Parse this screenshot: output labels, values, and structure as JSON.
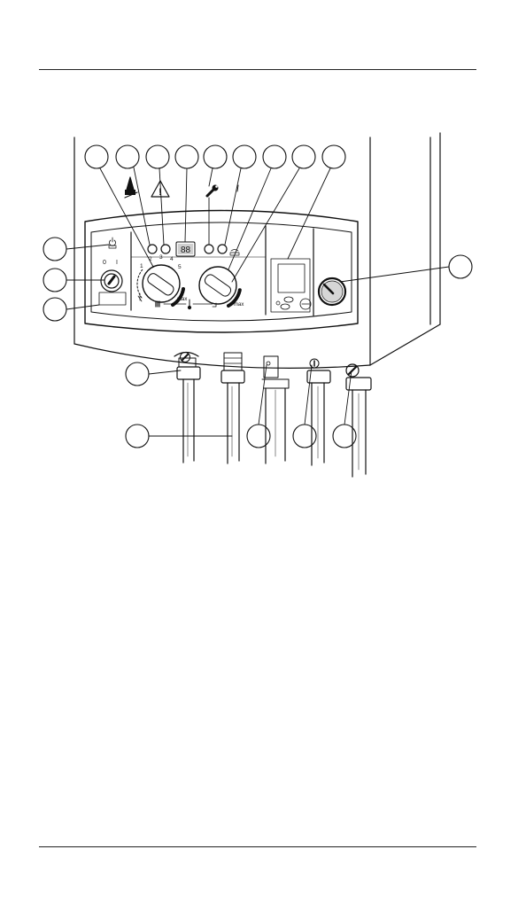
{
  "panel": {
    "display_digits": "88",
    "power_symbol": "⏻",
    "switch_off_label": "0",
    "switch_on_label": "I",
    "dial_left_scale": [
      "1",
      "2",
      "3",
      "4",
      "5"
    ],
    "dial_left_max_label": "max",
    "dial_right_max_label": "max",
    "warning_glyph": "!"
  },
  "icons": [
    "chimney-sweep-icon",
    "warning-triangle-icon",
    "spanner-icon",
    "burner-icon",
    "power-icon",
    "radiator-icon",
    "tap-icon",
    "thermometer-icon",
    "pressure-gauge-icon"
  ]
}
